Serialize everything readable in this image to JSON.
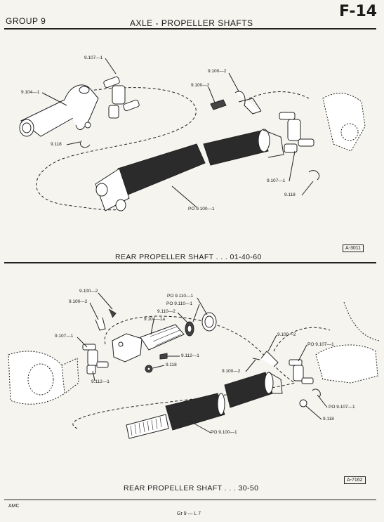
{
  "header": {
    "group": "GROUP 9",
    "title": "AXLE - PROPELLER SHAFTS",
    "page_code": "F-14"
  },
  "diagram1": {
    "labels": {
      "l1": "9.107—1",
      "l2": "9.104—1",
      "l3": "9.118",
      "l4": "9.100—2",
      "l5": "9.100—2",
      "l6": "9.107—1",
      "l7": "9.118",
      "l8": "PO 9.100—1"
    },
    "caption": "REAR PROPELLER SHAFT . . . 01-40-60",
    "figure_id": "A-3011"
  },
  "diagram2": {
    "labels": {
      "l1": "9.100—2",
      "l2": "9.100—2",
      "l3": "PO 9.110—1",
      "l4": "PO 9.110—1",
      "l5": "9.110—2",
      "l6": "9.104—1a",
      "l7": "9.107—1",
      "l8": "9.112—1",
      "l9": "9.118",
      "l10": "9.112—1",
      "l11": "9.100—2",
      "l12": "9.100—2",
      "l13": "PO 9.107—1",
      "l14": "PO 9.107—1",
      "l15": "9.118",
      "l16": "PO 9.100—1"
    },
    "caption": "REAR PROPELLER SHAFT . . . 30-50",
    "figure_id": "A-7162"
  },
  "footer": {
    "left": "AMC",
    "center": "Gr 9 — L 7"
  }
}
